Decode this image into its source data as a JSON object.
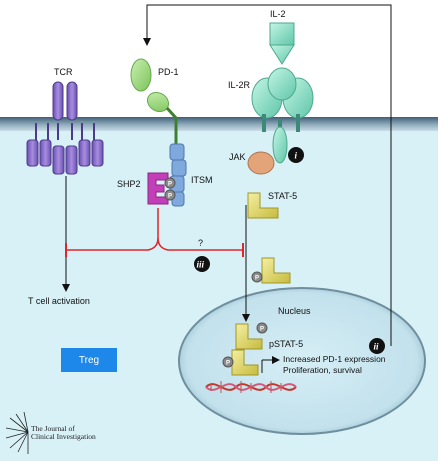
{
  "labels": {
    "il2": "IL-2",
    "tcr": "TCR",
    "pd1": "PD-1",
    "il2r": "IL-2R",
    "jak": "JAK",
    "shp2": "SHP2",
    "itsm": "ITSM",
    "stat5": "STAT-5",
    "question": "?",
    "t_cell_activation": "T cell activation",
    "nucleus": "Nucleus",
    "pstat5": "pSTAT-5",
    "increased_pd1": "Increased PD-1 expression",
    "proliferation": "Proliferation, survival",
    "treg": "Treg",
    "phospho": "P"
  },
  "markers": {
    "i": "i",
    "ii": "ii",
    "iii": "iii"
  },
  "logo": {
    "line1": "The Journal of",
    "line2": "Clinical Investigation"
  },
  "colors": {
    "membrane_top": "#5d7f96",
    "cytoplasm": "#d8f1f7",
    "tcr": "#8a6fc9",
    "pd1": "#a5d98a",
    "il2r": "#8fe0c8",
    "jak": "#e3a47a",
    "shp2": "#c23fb8",
    "itsm": "#7fa8dd",
    "stat": "#e8e07a",
    "inhibit": "#e0262c",
    "treg": "#1e88ea"
  }
}
